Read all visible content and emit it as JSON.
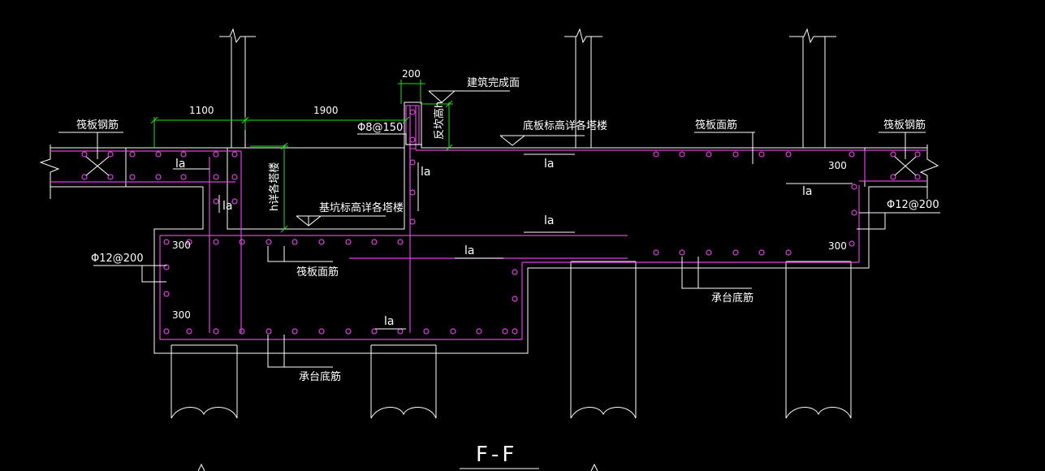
{
  "labels": {
    "raft_rebar_left": "筏板钢筋",
    "raft_rebar_right": "筏板钢筋",
    "raft_top_bar_right": "筏板面筋",
    "raft_top_bar_left": "筏板面筋",
    "finished_floor": "建筑完成面",
    "slab_elev": "底板标高详各塔楼",
    "pit_elev": "基坑标高详各塔楼",
    "pit_depth": "h详各塔楼",
    "flip_height": "反坎高h",
    "stirrup": "Φ8@150",
    "side_bar_left": "Φ12@200",
    "side_bar_right": "Φ12@200",
    "cap_bottom_bar_left": "承台底筋",
    "cap_bottom_bar_right": "承台底筋",
    "anchorage": "la"
  },
  "dimensions": {
    "d1100": "1100",
    "d1900": "1900",
    "d200": "200",
    "d300a": "300",
    "d300b": "300",
    "d300c": "300",
    "d300d": "300"
  },
  "title": "F-F",
  "colors": {
    "background": "#000000",
    "outline": "#ffffff",
    "rebar": "#e040e0",
    "dimension": "#22dd22"
  }
}
